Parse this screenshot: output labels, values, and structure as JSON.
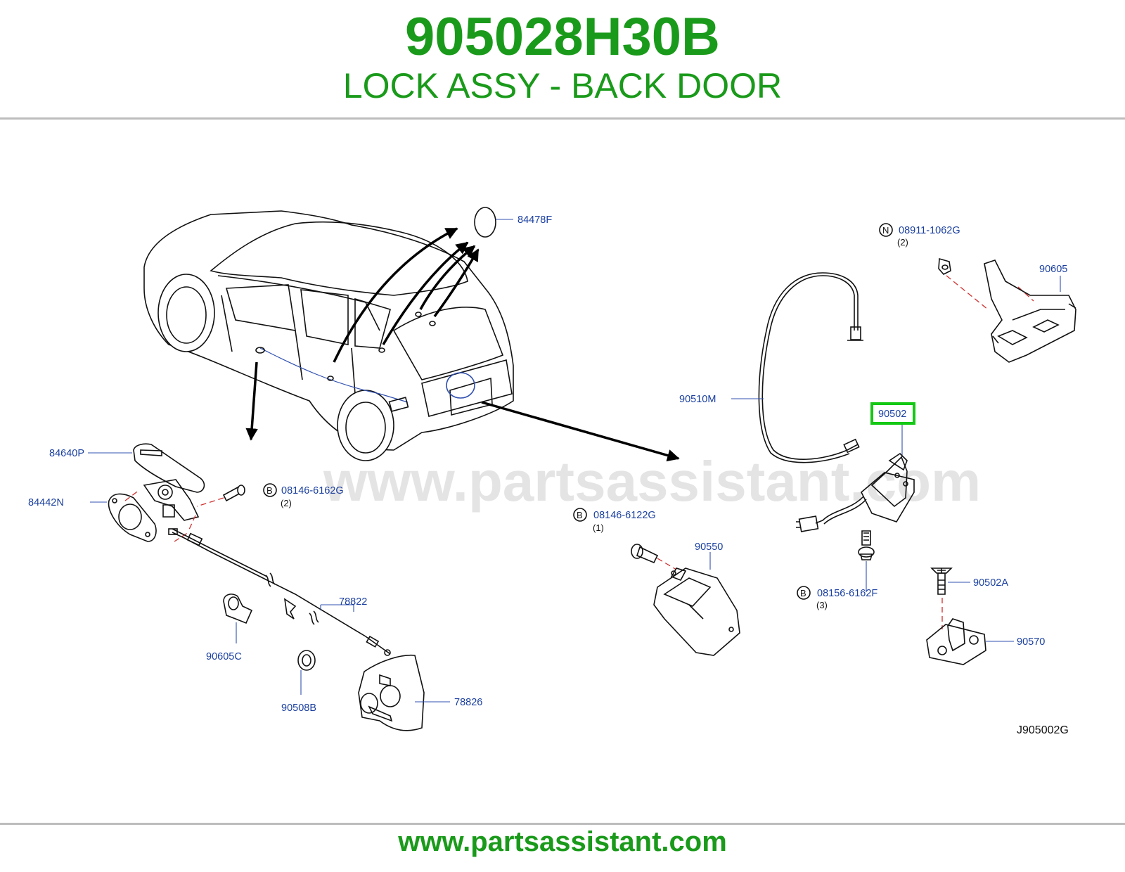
{
  "header": {
    "part_number": "905028H30B",
    "part_name": "LOCK ASSY - BACK DOOR"
  },
  "diagram": {
    "watermark": "www.partsassistant.com",
    "diagram_code": "J905002G",
    "highlight_color": "#14c814",
    "labels": {
      "p84478F": "84478F",
      "p84640P": "84640P",
      "p84442N": "84442N",
      "p08146_6162G": "08146-6162G",
      "p08146_6162G_qty": "(2)",
      "p08146_6162G_type": "B",
      "p78822": "78822",
      "p90605C": "90605C",
      "p90508B": "90508B",
      "p78826": "78826",
      "p08146_6122G": "08146-6122G",
      "p08146_6122G_qty": "(1)",
      "p08146_6122G_type": "B",
      "p90550": "90550",
      "p90510M": "90510M",
      "p90502": "90502",
      "p08911_1062G": "08911-1062G",
      "p08911_1062G_qty": "(2)",
      "p08911_1062G_type": "N",
      "p90605": "90605",
      "p08156_6162F": "08156-6162F",
      "p08156_6162F_qty": "(3)",
      "p08156_6162F_type": "B",
      "p90502A": "90502A",
      "p90570": "90570"
    }
  },
  "footer": {
    "url": "www.partsassistant.com"
  }
}
